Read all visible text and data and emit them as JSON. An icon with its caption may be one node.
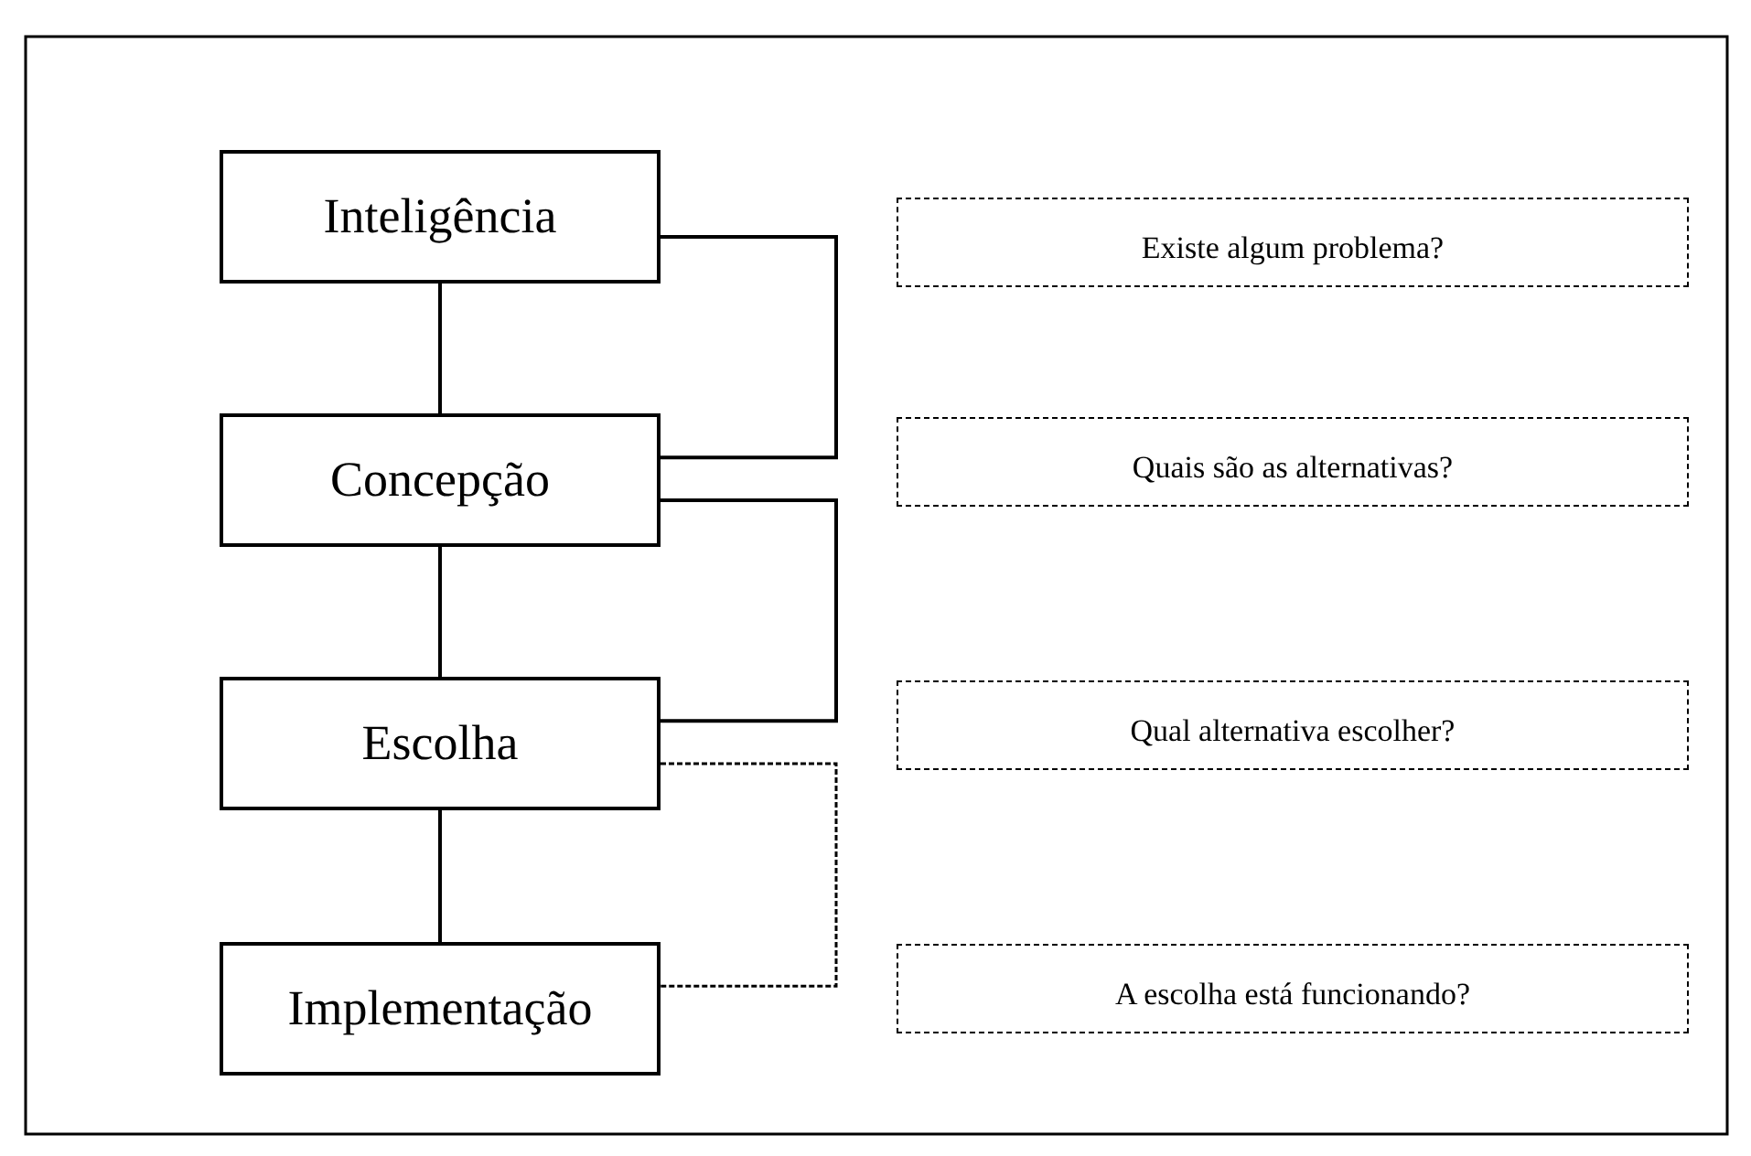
{
  "diagram": {
    "nodes": [
      {
        "text": [
          "Inteligência"
        ]
      },
      {
        "text": [
          "Concepção"
        ]
      },
      {
        "text": [
          "Escolha"
        ]
      },
      {
        "text": [
          "Implementação"
        ]
      },
      {
        "text": [
          "Existe algum problema?"
        ]
      },
      {
        "text": [
          "Quais são as alternativas?"
        ]
      },
      {
        "text": [
          "Qual alternativa escolher?"
        ]
      },
      {
        "text": [
          "A escolha está funcionando?"
        ]
      }
    ],
    "edges": [
      {
        "from": 0,
        "to": 1,
        "arrow": "none"
      },
      {
        "from": 1,
        "to": 2,
        "arrow": "none"
      },
      {
        "from": 2,
        "to": 3,
        "arrow": "none"
      },
      {
        "from": 0,
        "to": 1,
        "arrow": "none"
      },
      {
        "from": 1,
        "to": 2,
        "arrow": "none"
      },
      {
        "from": 2,
        "to": 3,
        "arrow": "none",
        "style": "dashed"
      }
    ]
  }
}
